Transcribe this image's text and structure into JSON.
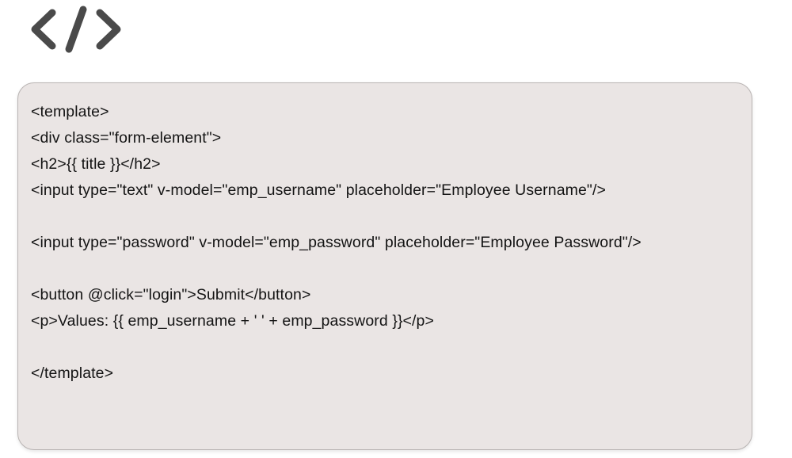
{
  "page": {
    "background_color": "#ffffff"
  },
  "header_icon": {
    "name": "code-icon",
    "glyph": "</>",
    "color": "#4a4a4a"
  },
  "code_card": {
    "background_color": "#eae5e4",
    "border_color": "#b9b4b3",
    "text_color": "#141414",
    "language": "vue-html",
    "lines": [
      "<template>",
      "<div class=\"form-element\">",
      "<h2>{{ title }}</h2>",
      "<input type=\"text\" v-model=\"emp_username\" placeholder=\"Employee Username\"/>",
      "",
      "<input type=\"password\" v-model=\"emp_password\" placeholder=\"Employee Password\"/>",
      "",
      "<button @click=\"login\">Submit</button>",
      "<p>Values: {{ emp_username + ' ' + emp_password }}</p>",
      "",
      "</template>"
    ]
  }
}
